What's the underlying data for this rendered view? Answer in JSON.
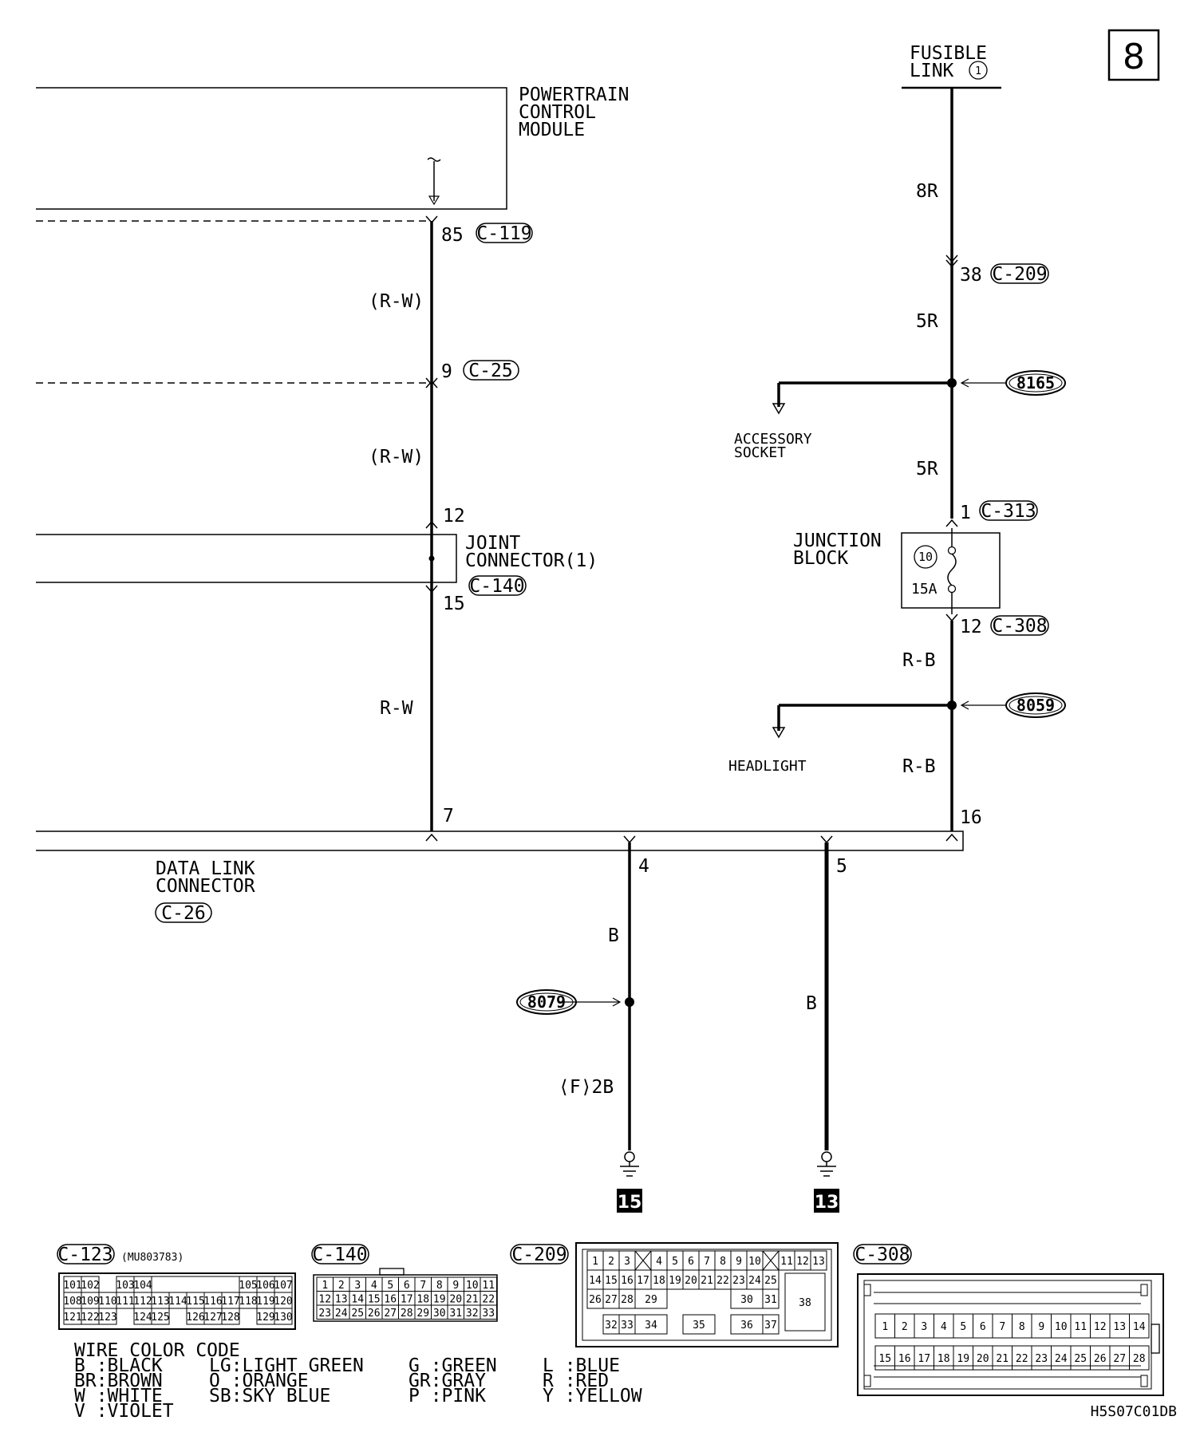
{
  "page_number": "8",
  "drawing_code": "H5S07C01DB",
  "components": {
    "pcm": [
      "POWERTRAIN",
      "CONTROL",
      "MODULE"
    ],
    "fusible_link": [
      "FUSIBLE",
      "LINK"
    ],
    "fusible_link_num": "1",
    "joint_connector": [
      "JOINT",
      "CONNECTOR(1)"
    ],
    "junction_block": [
      "JUNCTION",
      "BLOCK"
    ],
    "fuse_num": "10",
    "fuse_rating": "15A",
    "dlc": [
      "DATA LINK",
      "CONNECTOR"
    ],
    "accessory_socket": [
      "ACCESSORY",
      "SOCKET"
    ],
    "headlight": "HEADLIGHT"
  },
  "connectors": {
    "c119": "C-119",
    "c25": "C-25",
    "c140": "C-140",
    "c26": "C-26",
    "c209": "C-209",
    "c313": "C-313",
    "c308": "C-308"
  },
  "pins": {
    "p85": "85",
    "p9": "9",
    "p12a": "12",
    "p15": "15",
    "p7": "7",
    "p38": "38",
    "p1": "1",
    "p12b": "12",
    "p16": "16",
    "p4": "4",
    "p5": "5"
  },
  "wires": {
    "rw1": "(R-W)",
    "rw2": "(R-W)",
    "rw3": "R-W",
    "r8": "8R",
    "r5a": "5R",
    "r5b": "5R",
    "rb1": "R-B",
    "rb2": "R-B",
    "b1": "B",
    "f2b": "⟨F⟩2B",
    "b2": "B"
  },
  "splices": {
    "s8165": "8165",
    "s8059": "8059",
    "s8079": "8079"
  },
  "grounds": {
    "g15": "15",
    "g13": "13"
  },
  "views": {
    "c123_title": "C-123",
    "c123_part": "(MU803783)",
    "c123_rows": [
      [
        "101",
        "102",
        "",
        "103",
        "104",
        "",
        "",
        "",
        "",
        "",
        "105",
        "106",
        "107"
      ],
      [
        "108",
        "109",
        "110",
        "111",
        "112",
        "113",
        "114",
        "115",
        "116",
        "117",
        "118",
        "119",
        "120"
      ],
      [
        "121",
        "122",
        "123",
        "",
        "124",
        "125",
        "",
        "126",
        "127",
        "128",
        "",
        "129",
        "130"
      ]
    ],
    "c140_title": "C-140",
    "c140_rows": [
      [
        "1",
        "2",
        "3",
        "4",
        "5",
        "6",
        "7",
        "8",
        "9",
        "10",
        "11"
      ],
      [
        "12",
        "13",
        "14",
        "15",
        "16",
        "17",
        "18",
        "19",
        "20",
        "21",
        "22"
      ],
      [
        "23",
        "24",
        "25",
        "26",
        "27",
        "28",
        "29",
        "30",
        "31",
        "32",
        "33"
      ]
    ],
    "c209_title": "C-209",
    "c209_row1": [
      "1",
      "2",
      "3",
      "",
      "4",
      "5",
      "6",
      "7",
      "8",
      "9",
      "10",
      "",
      "11",
      "12",
      "13"
    ],
    "c209_row2": [
      "14",
      "15",
      "16",
      "17",
      "18",
      "19",
      "20",
      "21",
      "22",
      "23",
      "24",
      "25"
    ],
    "c209_row3": [
      "26",
      "27",
      "28",
      "29",
      "30",
      "31"
    ],
    "c209_row4": [
      "32",
      "33",
      "34",
      "35",
      "36",
      "37"
    ],
    "c209_big": "38",
    "c308_title": "C-308",
    "c308_row1": [
      "1",
      "2",
      "3",
      "4",
      "5",
      "6",
      "7",
      "8",
      "9",
      "10",
      "11",
      "12",
      "13",
      "14"
    ],
    "c308_row2": [
      "15",
      "16",
      "17",
      "18",
      "19",
      "20",
      "21",
      "22",
      "23",
      "24",
      "25",
      "26",
      "27",
      "28"
    ]
  },
  "wire_color_code": {
    "title": "WIRE COLOR CODE",
    "col1": [
      "B :BLACK",
      "BR:BROWN",
      "W :WHITE",
      "V :VIOLET"
    ],
    "col2": [
      "LG:LIGHT GREEN",
      "O :ORANGE",
      "SB:SKY BLUE"
    ],
    "col3": [
      "G :GREEN",
      "GR:GRAY",
      "P :PINK"
    ],
    "col4": [
      "L :BLUE",
      "R :RED",
      "Y :YELLOW"
    ]
  }
}
